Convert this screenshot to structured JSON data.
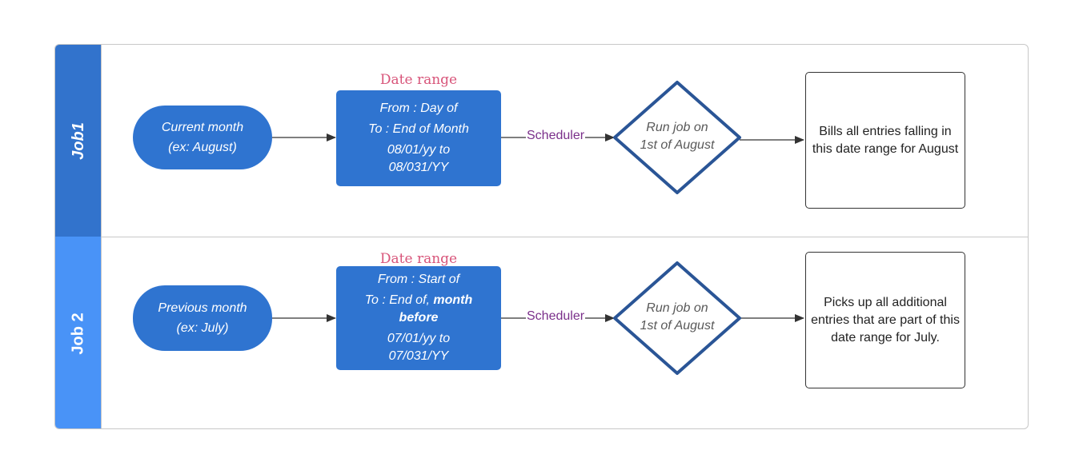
{
  "lanes": [
    {
      "header": "Job1",
      "input": {
        "line1": "Current month",
        "line2": "(ex: August)"
      },
      "date_range_label": "Date range",
      "range": {
        "line1": "From : Day of",
        "line2": "To :  End of Month",
        "line3": "08/01/yy to",
        "line4": "08/031/YY"
      },
      "connector": "Scheduler",
      "decision": {
        "line1": "Run job on",
        "line2": "1st of August"
      },
      "output": "Bills all entries falling in this date range for August"
    },
    {
      "header": "Job 2",
      "input": {
        "line1": "Previous month",
        "line2": "(ex: July)"
      },
      "date_range_label": "Date range",
      "range": {
        "line1": "From : Start of",
        "line2a": "To : End of, ",
        "line2b": "month",
        "line2c": "before",
        "line3": "07/01/yy to",
        "line4": "07/031/YY"
      },
      "connector": "Scheduler",
      "decision": {
        "line1": "Run job on",
        "line2": "1st of August"
      },
      "output": "Picks up all additional entries that are part of this date range for July."
    }
  ],
  "colors": {
    "lane1_header": "#3273cc",
    "lane2_header": "#4993f7",
    "shape_fill": "#2f74d0",
    "diamond_stroke": "#2a5596",
    "date_range_label": "#d8557a",
    "scheduler_label": "#7a2f8a"
  }
}
